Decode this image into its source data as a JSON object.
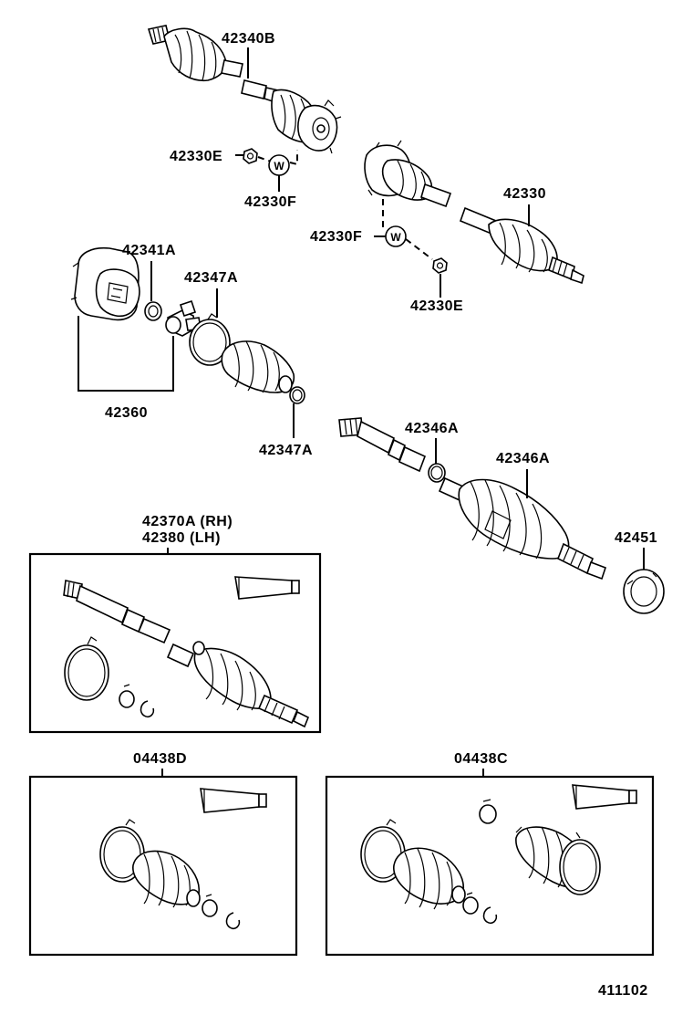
{
  "labels": {
    "p42340B": "42340B",
    "p42330E_top": "42330E",
    "p42330F_top": "42330F",
    "p42330": "42330",
    "p42330F_mid": "42330F",
    "p42330E_mid": "42330E",
    "p42341A": "42341A",
    "p42347A_top": "42347A",
    "p42360": "42360",
    "p42347A_bot": "42347A",
    "p42346A_small": "42346A",
    "p42346A_big": "42346A",
    "p42451": "42451",
    "p42370A": "42370A (RH)",
    "p42380": "42380   (LH)",
    "p04438D": "04438D",
    "p04438C": "04438C",
    "page_code": "411102"
  },
  "washer_letter": "W",
  "colors": {
    "ink": "#000000",
    "paper": "#ffffff"
  },
  "icons": [
    "drive-shaft-icon",
    "outboard-joint-icon",
    "inboard-joint-icon",
    "tripod-joint-icon",
    "boot-icon",
    "boot-clamp-icon",
    "snap-ring-icon",
    "grease-tube-icon",
    "hub-nut-icon",
    "washer-icon",
    "dust-seal-icon"
  ]
}
